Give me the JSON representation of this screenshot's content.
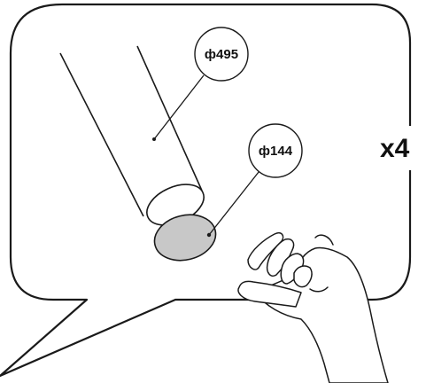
{
  "diagram": {
    "callouts": [
      {
        "label": "ф495"
      },
      {
        "label": "ф144"
      }
    ],
    "quantity": "x4"
  },
  "colors": {
    "line": "#1a1a1a",
    "pad_fill": "#c8c8c8",
    "background": "#ffffff"
  }
}
